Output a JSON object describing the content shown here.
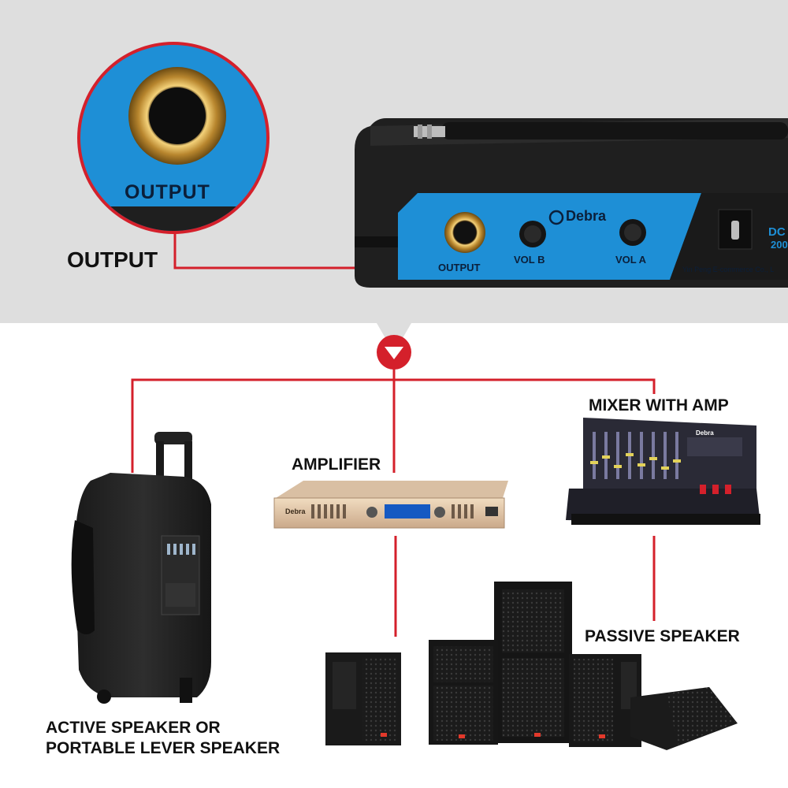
{
  "zoom_callout": {
    "label": "OUTPUT"
  },
  "output_label": "OUTPUT",
  "receiver": {
    "brand": "Debra",
    "jack_label": "OUTPUT",
    "knob_b_label": "VOL B",
    "knob_a_label": "VOL A",
    "dc_label": "DC",
    "dc_sub": "200",
    "maker": "Yin Peng E-commerce Co., L"
  },
  "devices": {
    "amplifier": {
      "label": "AMPLIFIER",
      "brand": "Debra"
    },
    "mixer": {
      "label": "MIXER WITH AMP",
      "brand": "Debra"
    },
    "passive_speaker": {
      "label": "PASSIVE SPEAKER"
    },
    "active_speaker": {
      "label_line1": "ACTIVE SPEAKER OR",
      "label_line2": "PORTABLE LEVER SPEAKER"
    }
  },
  "colors": {
    "accent_red": "#d4202b",
    "panel_blue": "#1e8fd6",
    "band_gray": "#dedede"
  }
}
